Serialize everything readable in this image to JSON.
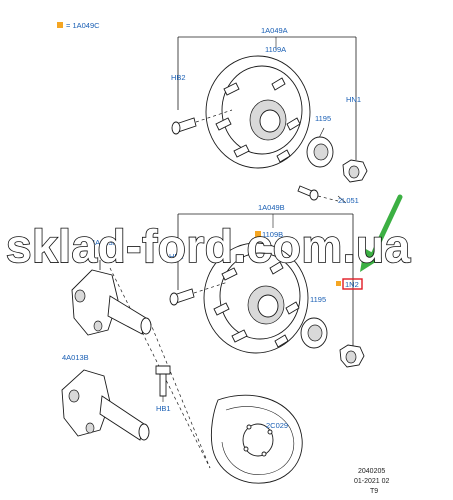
{
  "legend": {
    "text": "= 1A049C",
    "marker_color": "#f5a623"
  },
  "labels": {
    "hub_assembly_top": "1A049A",
    "hub_top": "1109A",
    "bolt_top": "HB2",
    "nut_top": "HN1",
    "bearing_top": "1195",
    "bolt_small": "2L051",
    "hub_assembly_bottom": "1A049B",
    "hub_bottom": "1109B",
    "bolt_bottom": "HB2",
    "nut_bottom": "1N2",
    "bearing_bottom": "1195",
    "spindle_top": "4A013A",
    "spindle_bottom": "4A013B",
    "bolt_spindle": "HB1",
    "shield": "2C029"
  },
  "watermark": "sklad-ford.com.ua",
  "footer": {
    "code": "2040205",
    "date": "01-2021 02",
    "ref": "T9"
  },
  "colors": {
    "label": "#1a5fb4",
    "marker": "#f5a623",
    "highlight": "#e01b24",
    "arrow": "#3cb043"
  }
}
